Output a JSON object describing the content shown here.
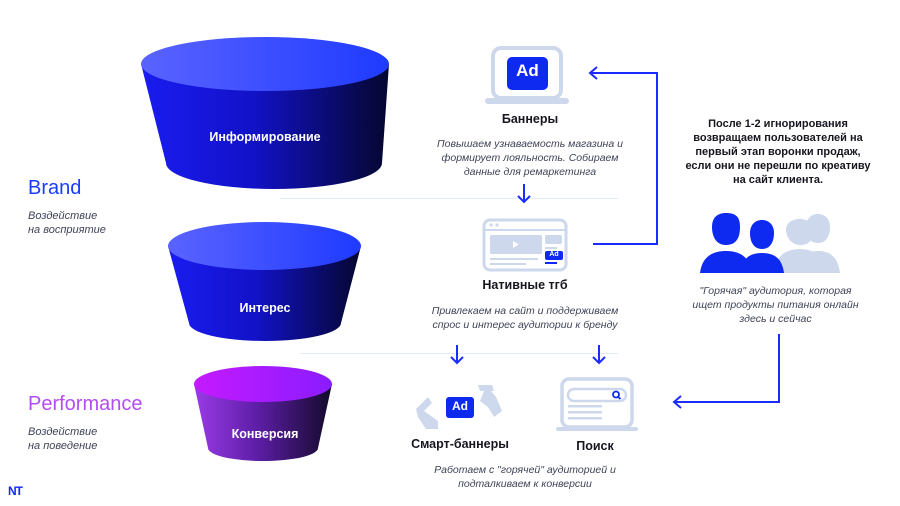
{
  "stages": {
    "brand": {
      "label": "Brand",
      "subtitle_line1": "Воздействие",
      "subtitle_line2": "на восприятие",
      "color": "#1a3cff"
    },
    "performance": {
      "label": "Performance",
      "subtitle_line1": "Воздействие",
      "subtitle_line2": "на поведение",
      "color": "#b44cf4"
    }
  },
  "funnel": [
    {
      "label": "Информирование",
      "colors": {
        "top": "#3a4dff",
        "side_left": "#1a1cf0",
        "side_right": "#05062e"
      }
    },
    {
      "label": "Интерес",
      "colors": {
        "top": "#3a4dff",
        "side_left": "#1a1cf0",
        "side_right": "#05062e"
      }
    },
    {
      "label": "Конверсия",
      "colors": {
        "top": "#b11cff",
        "side_left": "#8a2ad8",
        "side_right": "#120a2a"
      }
    }
  ],
  "channels": {
    "banners": {
      "icon": "laptop-ad-icon",
      "ad_badge": "Ad",
      "title": "Баннеры",
      "desc_line1": "Повышаем узнаваемость магазина и",
      "desc_line2": "формирует лояльность. Собираем",
      "desc_line3": "данные для ремаркетинга"
    },
    "native": {
      "icon": "browser-native-ad-icon",
      "ad_badge": "Ad",
      "title": "Нативные тгб",
      "desc_line1": "Привлекаем на сайт и поддерживаем",
      "desc_line2": "спрос и интерес аудитории к бренду"
    },
    "smart": {
      "icon": "recycle-ad-icon",
      "ad_badge": "Ad",
      "title": "Смарт-баннеры"
    },
    "search": {
      "icon": "search-laptop-icon",
      "title": "Поиск"
    },
    "conversion_desc_line1": "Работаем с \"горячей\" аудиторией и",
    "conversion_desc_line2": "подталкиваем к конверсии"
  },
  "retargeting": {
    "note_line1": "После 1-2 игнорирования",
    "note_line2": "возвращаем пользователей на",
    "note_line3": "первый этап воронки продаж,",
    "note_line4": "если они не перешли по креативу",
    "note_line5": "на сайт клиента."
  },
  "audience": {
    "icon": "users-group-icon",
    "desc_line1": "\"Горячая\" аудитория, которая",
    "desc_line2": "ищет продукты питания онлайн",
    "desc_line3": "здесь и сейчас"
  },
  "logo": {
    "text": "NT"
  },
  "colors": {
    "accent_blue": "#1226ff",
    "arrow_blue": "#1a2cff",
    "icon_light": "#cdd8ec",
    "ad_badge": "#0f2af0",
    "divider": "#e4ebf4"
  }
}
